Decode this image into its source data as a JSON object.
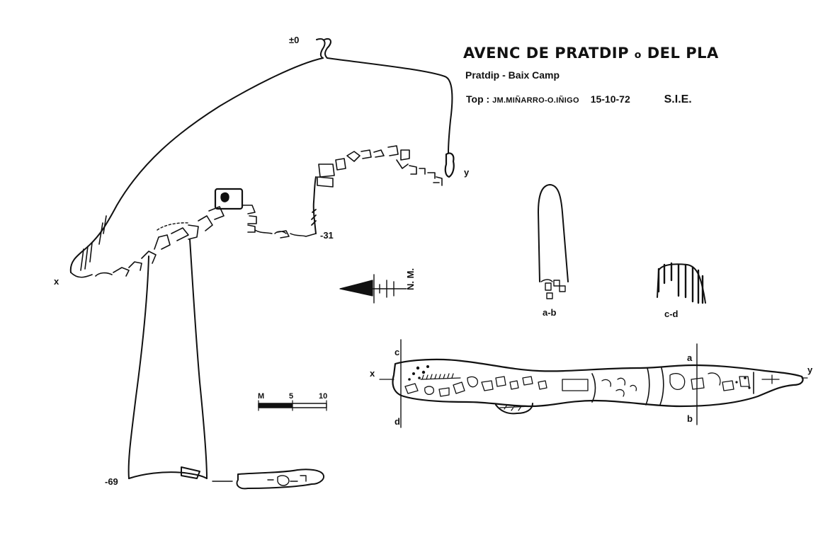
{
  "title": {
    "main": "AVENC DE PRATDIP",
    "connector": "o",
    "tail": "DEL PLA"
  },
  "subtitle": "Pratdip - Baix Camp",
  "credits": {
    "prefix": "Top :",
    "crew": "JM.MIÑARRO-O.IÑIGO",
    "date": "15-10-72",
    "club": "S.I.E."
  },
  "elevation": {
    "top": "±0",
    "middle": "-31",
    "bottom": "-69"
  },
  "profile_points": {
    "x": "x",
    "y": "y"
  },
  "sections": {
    "ab": "a-b",
    "cd": "c-d"
  },
  "plan_markers": {
    "a": "a",
    "b": "b",
    "c": "c",
    "d": "d",
    "x": "x",
    "y": "y"
  },
  "north": {
    "label": "N. M."
  },
  "scale": {
    "zero": "M",
    "mid": "5",
    "end": "10"
  },
  "colors": {
    "ink": "#111111",
    "paper": "#ffffff"
  }
}
